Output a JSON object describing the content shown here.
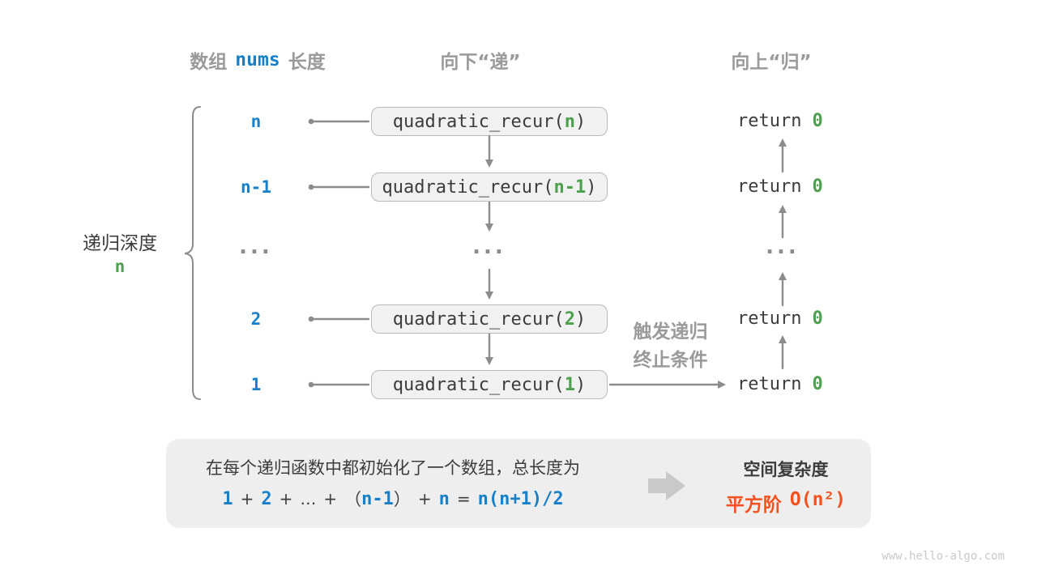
{
  "colors": {
    "blue": "#1780C8",
    "green": "#4DA04D",
    "orange": "#F4511E",
    "gray_text": "#9A9A9A",
    "dark_text": "#3C3C3C",
    "line": "#8C8C8C",
    "box_fill": "#F1F1F1",
    "box_border": "#B9B9B9",
    "panel_fill": "#EEEEEE",
    "block_arrow": "#C9C9C9",
    "watermark": "#C9C9C9"
  },
  "headers": {
    "array_label_prefix": "数组",
    "array_code": "nums",
    "array_label_suffix": "长度",
    "descend": "向下“递”",
    "ascend": "向上“归”"
  },
  "depth_brace": {
    "label": "递归深度",
    "value": "n"
  },
  "rows": [
    {
      "depth": "n",
      "call_prefix": "quadratic_recur(",
      "arg": "n",
      "call_suffix": ")",
      "ret_keyword": "return",
      "ret_value": "0"
    },
    {
      "depth": "n-1",
      "call_prefix": "quadratic_recur(",
      "arg": "n-1",
      "call_suffix": ")",
      "ret_keyword": "return",
      "ret_value": "0"
    },
    {
      "depth": "2",
      "call_prefix": "quadratic_recur(",
      "arg": "2",
      "call_suffix": ")",
      "ret_keyword": "return",
      "ret_value": "0"
    },
    {
      "depth": "1",
      "call_prefix": "quadratic_recur(",
      "arg": "1",
      "call_suffix": ")",
      "ret_keyword": "return",
      "ret_value": "0"
    }
  ],
  "ellipsis": {
    "depth": "...",
    "call": "...",
    "ret": "..."
  },
  "termination_note": {
    "line1": "触发递归",
    "line2": "终止条件"
  },
  "summary": {
    "description": "在每个递归函数中都初始化了一个数组，总长度为",
    "formula": {
      "term1": "1",
      "plus1": "+",
      "term2": "2",
      "plus2": "+",
      "dots": "…",
      "plus3": "+",
      "lparen": "（",
      "term3": "n-1",
      "rparen": "）",
      "plus4": "+",
      "term4": "n",
      "equals": "=",
      "result": "n(n+1)/2"
    },
    "complexity_title": "空间复杂度",
    "complexity_prefix": "平方阶",
    "complexity_value": "O(n²)"
  },
  "watermark": "www.hello-algo.com"
}
